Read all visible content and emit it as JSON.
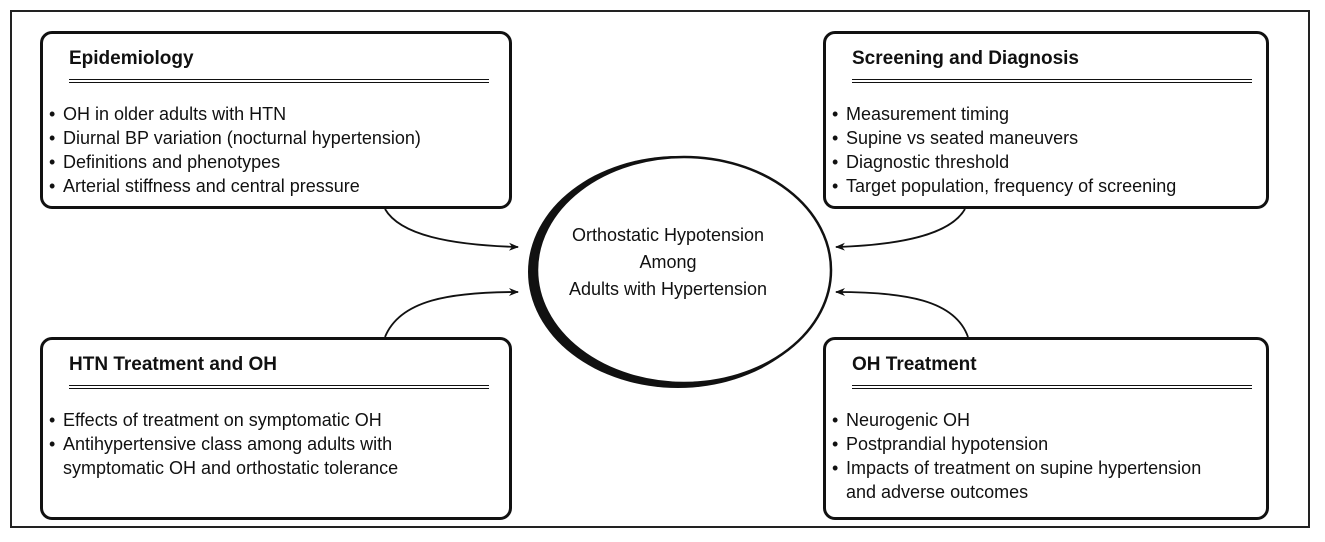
{
  "center": {
    "lines": [
      "Orthostatic Hypotension",
      "Among",
      "Adults with Hypertension"
    ]
  },
  "boxes": {
    "epidemiology": {
      "title": "Epidemiology",
      "items": [
        "OH in older adults with HTN",
        "Diurnal BP variation (nocturnal hypertension)",
        "Definitions and phenotypes",
        "Arterial stiffness and central pressure"
      ]
    },
    "screening": {
      "title": "Screening and Diagnosis",
      "items": [
        "Measurement timing",
        "Supine vs seated maneuvers",
        "Diagnostic threshold",
        "Target population, frequency of screening"
      ]
    },
    "htn_treatment": {
      "title": "HTN Treatment and OH",
      "items": [
        "Effects of treatment on symptomatic OH",
        "Antihypertensive class among adults with",
        "symptomatic OH and orthostatic tolerance"
      ]
    },
    "oh_treatment": {
      "title": "OH Treatment",
      "items": [
        "Neurogenic OH",
        "Postprandial hypotension",
        "Impacts of treatment on supine hypertension",
        "and adverse outcomes"
      ]
    }
  }
}
